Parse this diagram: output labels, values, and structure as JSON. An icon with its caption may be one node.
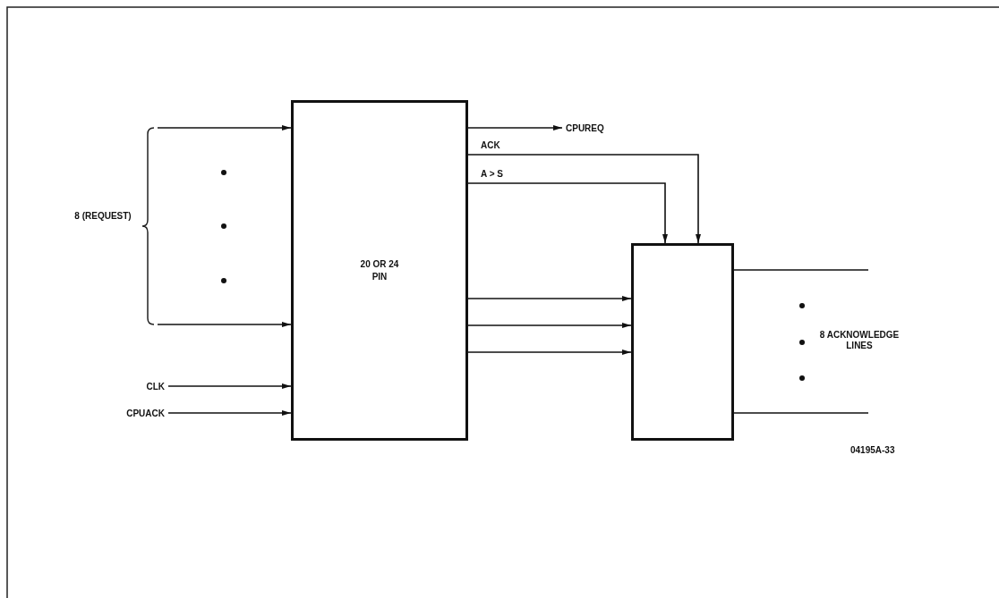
{
  "diagram": {
    "nodes": [
      {
        "text": [
          "20 OR 24 PIN"
        ]
      },
      {
        "text": [],
        "shape": "box"
      },
      {
        "text": [
          "CLK"
        ]
      },
      {
        "text": [
          "CPUACK"
        ]
      },
      {
        "text": [
          "CPUREQ"
        ]
      }
    ],
    "edges": [
      {
        "from": null,
        "to": 0,
        "arrow": "to"
      },
      {
        "from": null,
        "to": 0,
        "arrow": "to"
      },
      {
        "from": 2,
        "to": 0,
        "arrow": "to"
      },
      {
        "from": 3,
        "to": 0,
        "arrow": "to"
      },
      {
        "from": 0,
        "to": 4,
        "arrow": "to"
      },
      {
        "from": 0,
        "to": 1,
        "arrow": "to",
        "label": "ACK"
      },
      {
        "from": 0,
        "to": 1,
        "arrow": "to",
        "label": "A > S"
      },
      {
        "from": 0,
        "to": 1,
        "arrow": "to"
      },
      {
        "from": 0,
        "to": 1,
        "arrow": "to"
      },
      {
        "from": 0,
        "to": 1,
        "arrow": "to"
      },
      {
        "from": 1,
        "to": null,
        "arrow": "none"
      },
      {
        "from": 1,
        "to": null,
        "arrow": "none"
      }
    ],
    "labels": [
      "8 (REQUEST)",
      "8 ACKNOWLEDGE LINES",
      "04195A-33"
    ]
  }
}
